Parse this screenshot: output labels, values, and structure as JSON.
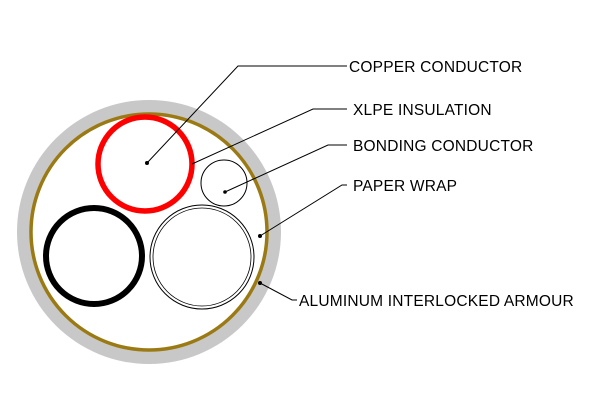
{
  "diagram": {
    "labels": {
      "copper_conductor": "COPPER CONDUCTOR",
      "xlpe_insulation": "XLPE INSULATION",
      "bonding_conductor": "BONDING CONDUCTOR",
      "paper_wrap": "PAPER WRAP",
      "aluminum_armour": "ALUMINUM INTERLOCKED ARMOUR"
    },
    "colors": {
      "outer_jacket": "#c8c8c8",
      "armour": "#9b7a14",
      "inner_fill": "#ffffff",
      "red_conductor": "#ff0000",
      "black_conductor": "#000000",
      "thin_outline": "#000000",
      "leader_line": "#000000"
    }
  }
}
